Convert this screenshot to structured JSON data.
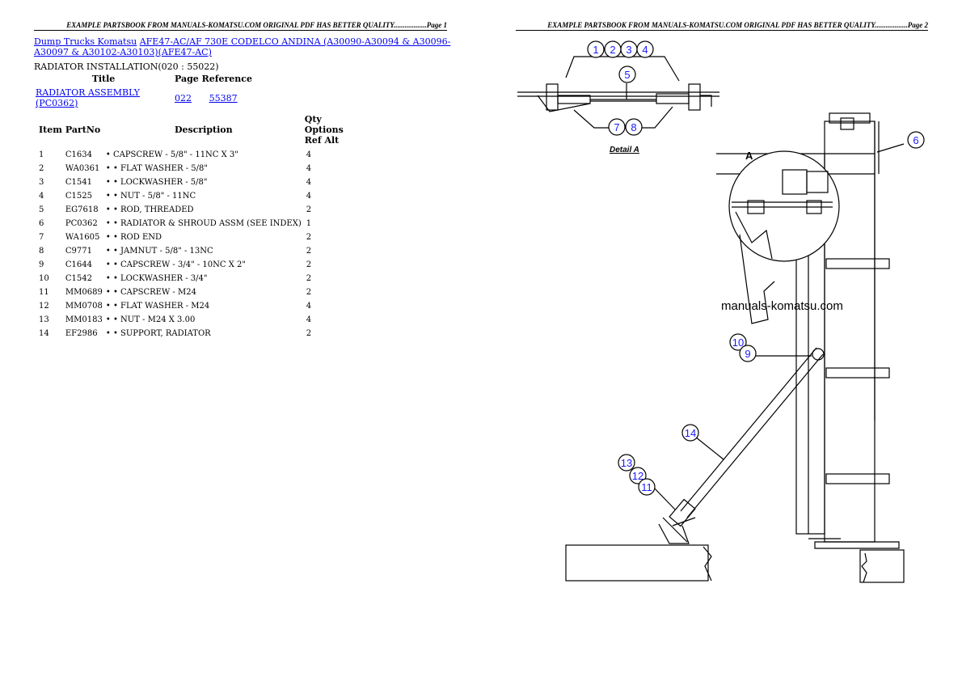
{
  "header": {
    "page1": "EXAMPLE PARTSBOOK FROM MANUALS-KOMATSU.COM ORIGINAL PDF HAS BETTER QUALITY..................Page 1",
    "page2": "EXAMPLE PARTSBOOK FROM MANUALS-KOMATSU.COM ORIGINAL PDF HAS BETTER QUALITY..................Page 2"
  },
  "breadcrumb": {
    "link1": "Dump Trucks Komatsu",
    "link2": "AFE47-AC/AF 730E CODELCO ANDINA (A30090-A30094 & A30096-A30097 & A30102-A30103)(AFE47-AC)"
  },
  "section_title": "RADIATOR INSTALLATION(020 : 55022)",
  "reference": {
    "headers": {
      "title": "Title",
      "page_reference": "Page Reference"
    },
    "row": {
      "title": "RADIATOR ASSEMBLY (PC0362)",
      "page": "022",
      "ref": "55387"
    }
  },
  "parts": {
    "headers": {
      "item": "Item",
      "partno": "PartNo",
      "description": "Description",
      "qty_options_ref_alt": "Qty Options Ref Alt"
    },
    "rows": [
      {
        "item": "1",
        "partno": "C1634",
        "desc": "• CAPSCREW - 5/8\" - 11NC X 3\"",
        "qty": "4"
      },
      {
        "item": "2",
        "partno": "WA0361",
        "desc": "• • FLAT WASHER - 5/8\"",
        "qty": "4"
      },
      {
        "item": "3",
        "partno": "C1541",
        "desc": "• • LOCKWASHER - 5/8\"",
        "qty": "4"
      },
      {
        "item": "4",
        "partno": "C1525",
        "desc": "• • NUT - 5/8\" - 11NC",
        "qty": "4"
      },
      {
        "item": "5",
        "partno": "EG7618",
        "desc": "• • ROD, THREADED",
        "qty": "2"
      },
      {
        "item": "6",
        "partno": "PC0362",
        "desc": "• • RADIATOR & SHROUD ASSM (SEE INDEX)",
        "qty": "1"
      },
      {
        "item": "7",
        "partno": "WA1605",
        "desc": "• • ROD END",
        "qty": "2"
      },
      {
        "item": "8",
        "partno": "C9771",
        "desc": "• • JAMNUT - 5/8\" - 13NC",
        "qty": "2"
      },
      {
        "item": "9",
        "partno": "C1644",
        "desc": "• • CAPSCREW - 3/4\" - 10NC X 2\"",
        "qty": "2"
      },
      {
        "item": "10",
        "partno": "C1542",
        "desc": "• • LOCKWASHER - 3/4\"",
        "qty": "2"
      },
      {
        "item": "11",
        "partno": "MM0689",
        "desc": "• • CAPSCREW - M24",
        "qty": "2"
      },
      {
        "item": "12",
        "partno": "MM0708",
        "desc": "• • FLAT WASHER - M24",
        "qty": "4"
      },
      {
        "item": "13",
        "partno": "MM0183",
        "desc": "• • NUT - M24 X 3.00",
        "qty": "4"
      },
      {
        "item": "14",
        "partno": "EF2986",
        "desc": "• • SUPPORT, RADIATOR",
        "qty": "2"
      }
    ]
  },
  "drawing": {
    "detail_label": "Detail A",
    "detail_marker": "A",
    "watermark": "manuals-komatsu.com",
    "balloons": [
      "1",
      "2",
      "3",
      "4",
      "5",
      "7",
      "8",
      "6",
      "10",
      "9",
      "14",
      "13",
      "12",
      "11"
    ]
  }
}
